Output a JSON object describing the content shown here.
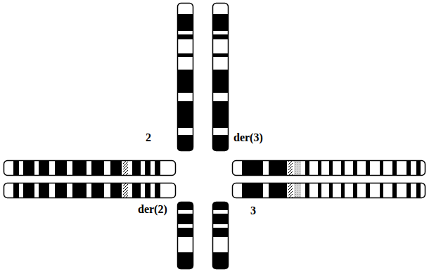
{
  "diagram": {
    "labels": [
      "2",
      "der(3)",
      "der(2)",
      "3"
    ]
  }
}
